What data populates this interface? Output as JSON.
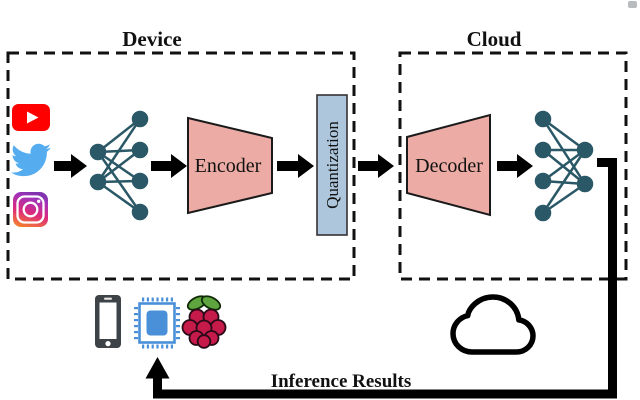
{
  "figure": {
    "device": {
      "label": "Device"
    },
    "cloud": {
      "label": "Cloud"
    },
    "encoder": {
      "label": "Encoder"
    },
    "decoder": {
      "label": "Decoder"
    },
    "quantization": {
      "label": "Quantization"
    },
    "feedback": {
      "label": "Inference Results"
    },
    "icons": [
      {
        "name": "youtube-icon"
      },
      {
        "name": "twitter-icon"
      },
      {
        "name": "instagram-icon"
      },
      {
        "name": "neural-network-icon"
      },
      {
        "name": "phone-icon"
      },
      {
        "name": "chip-icon"
      },
      {
        "name": "raspberry-pi-icon"
      },
      {
        "name": "cloud-icon"
      }
    ],
    "colors": {
      "network_teal": "#2A5866",
      "block_pink": "#ECACA5",
      "quantization_blue": "#AEC6DC",
      "youtube_red": "#FF0000",
      "twitter_blue": "#55ACEE",
      "chip_blue": "#4A90D9",
      "raspberry_red": "#C51A4A",
      "leaf_green": "#5FA53F",
      "phone_gray": "#3E4347",
      "line_black": "#000000"
    }
  }
}
